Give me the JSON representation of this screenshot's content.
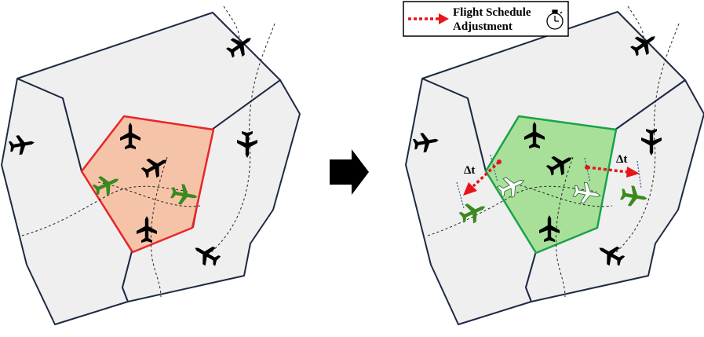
{
  "legend": {
    "line1": "Flight Schedule",
    "line2": "Adjustment",
    "arrow_icon": "red-dotted-arrow-icon",
    "timer_icon": "stopwatch-icon"
  },
  "labels": {
    "delta_left": "Δt",
    "delta_right": "Δt"
  },
  "icons": {
    "transition": "right-arrow-icon",
    "aircraft": "airplane-icon"
  },
  "colors": {
    "sector_fill": "#efefef",
    "sector_stroke": "#1e2a44",
    "congested_fill": "#f5c4a8",
    "congested_stroke": "#e8262a",
    "resolved_fill": "#a8e09a",
    "resolved_stroke": "#18a34a",
    "aircraft_black": "#000000",
    "aircraft_green": "#3a8a1e",
    "adjust_arrow": "#e8141a"
  }
}
